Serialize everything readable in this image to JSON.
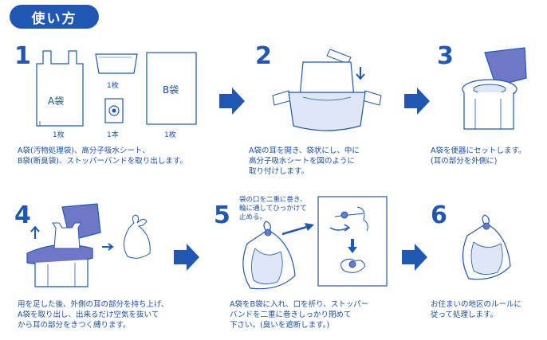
{
  "title": "使い方",
  "steps": [
    {
      "number": "1",
      "labels": {
        "bag_a": "A袋",
        "bag_b": "B袋",
        "count_sheet": "1枚",
        "count_a": "1枚",
        "count_band": "1本",
        "count_b": "1枚"
      },
      "caption": "A袋(汚物処理袋)、高分子吸水シート、\nB袋(断臭袋)、ストッパーバンドを取り出します。"
    },
    {
      "number": "2",
      "caption": "A袋の耳を開き、袋状にし、中に\n高分子吸水シートを図のように\n取り付けします。"
    },
    {
      "number": "3",
      "caption": "A袋を便器にセットします。\n(耳の部分を外側に)"
    },
    {
      "number": "4",
      "caption": "用を足した後、外側の耳の部分を持ち上げ、\nA袋を取り出し、出来るだけ空気を抜いて\nから耳の部分をきつく縛ります。"
    },
    {
      "number": "5",
      "note": "袋の口を二重に巻き、\n輪に通してひっかけて\n止める。",
      "caption": "A袋をB袋に入れ、口を折り、ストッパー\nバンドを二重に巻きしっかり閉めて\n下さい。(臭いを遮断します。)"
    },
    {
      "number": "6",
      "caption": "お住まいの地区のルールに\n従って処理します。"
    }
  ],
  "colors": {
    "primary": "#1f57b3",
    "lid": "#6f78c6",
    "light": "#dfe6f5"
  }
}
